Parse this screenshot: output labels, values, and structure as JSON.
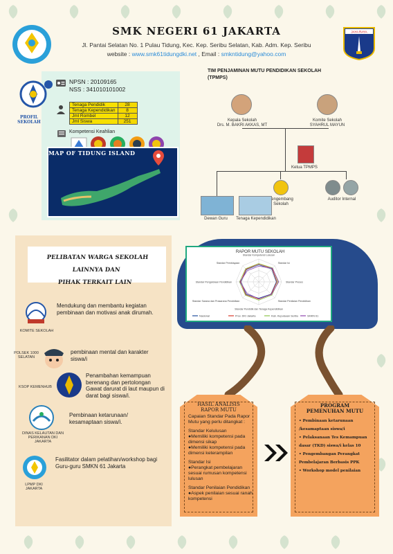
{
  "header": {
    "school_name": "SMK NEGERI 61 JAKARTA",
    "address": "Jl. Pantai Selatan No. 1 Pulau Tidung, Kec. Kep. Seribu Selatan, Kab. Adm. Kep. Seribu",
    "website_label": "website : ",
    "website": "www.smk61tidungdki.net",
    "email_label": " , Email : ",
    "email": "smkntidung@yahoo.com",
    "logo_right_text": "JAYA   RAYA"
  },
  "profile": {
    "card_label": "PROFIL\nSEKOLAH",
    "npsn": "NPSN : 20109165",
    "nss": "NSS  : 341010101002",
    "stats": [
      {
        "label": "Tenaga Pendidik",
        "value": "28"
      },
      {
        "label": "Tenaga Kependidikan",
        "value": "8"
      },
      {
        "label": "Jml Rombel",
        "value": "12"
      },
      {
        "label": "Jml Siswa",
        "value": "251"
      }
    ],
    "kompetensi_label": "Kompetensi Keahlian",
    "map_title": "MAP OF TIDUNG ISLAND"
  },
  "org": {
    "title_line1": "TIM PENJAMINAN MUTU PENDIDIKAN SEKOLAH",
    "title_line2": "(TPMPS)",
    "kepala_label": "Kepala Sekolah",
    "kepala_name": "Drs. M. BAKRI AKKAS, MT",
    "komite_label": "Komite Sekolah",
    "komite_name": "SYAHRUL MAYUN",
    "ketua": "Ketua TPMPS",
    "pengembang": "Pengembang\nSekolah",
    "auditor": "Auditor Internal",
    "dewan_guru": "Dewan Guru",
    "tenaga": "Tenaga Kependidikan"
  },
  "pelibatan": {
    "title_line1": "PELIBATAN WARGA SEKOLAH LAINNYA DAN",
    "title_line2": "PIHAK TERKAIT LAIN",
    "items": [
      {
        "caption": "KOMITE SEKOLAH",
        "text": "Mendukung dan membantu kegiatan pembinaan dan motivasi anak dirumah."
      },
      {
        "caption": "POLSEK 1000 SELATAN",
        "text": "pembinaan mental dan karakter siswa/i"
      },
      {
        "caption": "KSOP KEMENHUB",
        "text": "Penambahan kemampuan berenang dan pertolongan Gawat darurat di laut maupun di darat bagi siswa/i."
      },
      {
        "caption": "DINAS KELAUTAN DAN PERIKANAN DKI JAKARTA",
        "text": "Pembinaan ketarunaan/ kesamaptaan siswa/i."
      },
      {
        "caption": "LPMP DKI JAKARTA",
        "text": "Fasilitator dalam pelatihan/workshop bagi Guru-guru SMKN 61 Jakarta"
      }
    ]
  },
  "chart_data": {
    "type": "radar",
    "title": "RAPOR MUTU SEKOLAH",
    "axes": [
      "Standar Kompetensi Lulusan",
      "Standar Isi",
      "Standar Proses",
      "Standar Penilaian Pendidikan",
      "Standar Pendidik dan Tenaga Kependidikan",
      "Standar Sarana dan Prasarana Pendidikan",
      "Standar Pengelolaan Pendidikan",
      "Standar Pembiayaan"
    ],
    "series": [
      {
        "name": "Nasional",
        "color": "#1f4e9c",
        "values": [
          5.2,
          5.6,
          5.4,
          5.3,
          5.0,
          5.4,
          5.5,
          5.3
        ]
      },
      {
        "name": "Prov. DKI Jakarta",
        "color": "#d9392b",
        "values": [
          5.5,
          5.8,
          5.6,
          5.4,
          5.3,
          5.6,
          5.6,
          5.5
        ]
      },
      {
        "name": "Kab. Kepulauan Seribu",
        "color": "#8bc34a",
        "values": [
          5.6,
          6.0,
          5.9,
          5.7,
          5.6,
          5.8,
          5.9,
          5.7
        ]
      },
      {
        "name": "SMKN 61",
        "color": "#8e44ad",
        "values": [
          4.8,
          5.9,
          6.1,
          5.5,
          5.2,
          5.0,
          5.8,
          4.9
        ]
      }
    ],
    "rlim": [
      0,
      7
    ],
    "legend": "bottom"
  },
  "hasil": {
    "heading_line1": "HASIL ANALISIS",
    "heading_line2": "RAPOR MUTU",
    "intro": "Capaian Standar Pada Rapor Mutu yang perlu ditangkat :",
    "kelulusan_title": "Standar Kelulusan",
    "kelulusan_1": "●Memiliki kompetensi pada dimensi sikap",
    "kelulusan_2": "●Memiliki kompetensi pada dimensi keterampilan",
    "isi_title": "Standar Isi",
    "isi_1": "●Perangkat pembelajaran sesuai rumusan kompetensi lulusan",
    "penilaian_title": "Standar Penilaian Pendidikan",
    "penilaian_1": "●Aspek penilaian sesuai ranah kompetensi"
  },
  "program": {
    "heading_line1": "PROGRAM",
    "heading_line2": "PEMENUHAN MUTU",
    "items": [
      "• Pembinaan ketarunaan",
      "  /kesamaptaan siswa/i",
      "• Pelaksanaan Tes Kemampuan",
      "  dasar (TKD) siswa/i kelas 10",
      "• Pengembangan Perangkat",
      "  Pembelajaran Berbasis PPK",
      "• Workshop model penilaian"
    ]
  }
}
